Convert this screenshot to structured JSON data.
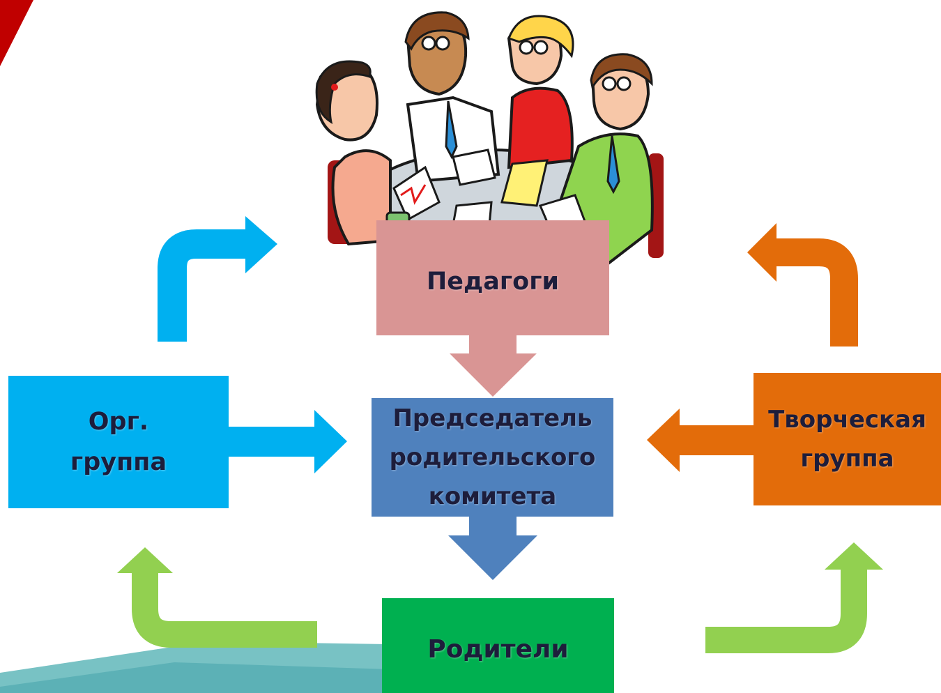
{
  "diagram": {
    "nodes": {
      "teachers": "Педагоги",
      "chair_lines": [
        "Председатель",
        "родительского",
        "комитета"
      ],
      "org_lines": [
        "Орг.",
        "группа"
      ],
      "creative_lines": [
        "Творческая",
        "группа"
      ],
      "parents": "Родители"
    },
    "colors": {
      "teachers": "#d99594",
      "chair": "#4f81bd",
      "org": "#00b0f0",
      "creative": "#e36c0a",
      "parents": "#00b050",
      "arrow_blue": "#00b0f0",
      "arrow_orange": "#e36c0a",
      "arrow_green": "#92d050",
      "corner_red": "#c00000",
      "bottom_teal": "#78c2c4"
    },
    "illustration": "people-meeting-at-table"
  }
}
